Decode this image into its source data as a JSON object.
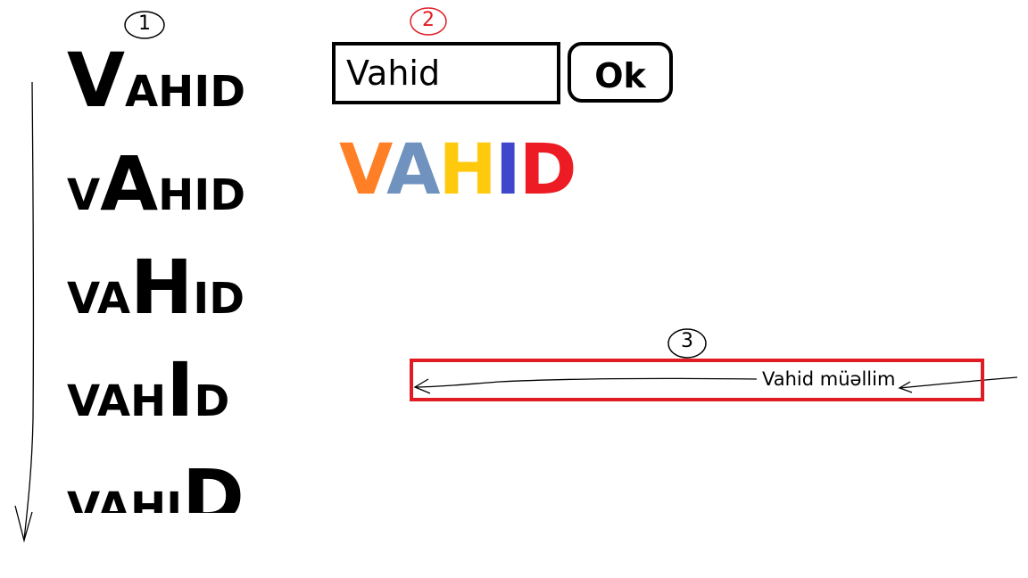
{
  "annotations": {
    "marker_1": "1",
    "marker_2": "2",
    "marker_3": "3"
  },
  "sequence": [
    {
      "parts": [
        "V",
        "AHID"
      ]
    },
    {
      "parts": [
        "V",
        "A",
        "HID"
      ]
    },
    {
      "parts": [
        "VA",
        "H",
        "ID"
      ]
    },
    {
      "parts": [
        "VAH",
        "I",
        "D"
      ]
    },
    {
      "parts": [
        "VAHI",
        "D"
      ]
    }
  ],
  "form": {
    "input_value": "Vahid",
    "ok_label": "Ok"
  },
  "rainbow": {
    "letters": [
      "V",
      "A",
      "H",
      "I",
      "D"
    ],
    "colors": [
      "#ff7f27",
      "#7092be",
      "#ffc90e",
      "#3f48cc",
      "#ed1c24"
    ]
  },
  "marquee": {
    "text": "Vahid müəllim",
    "border_color": "#e01b24"
  }
}
